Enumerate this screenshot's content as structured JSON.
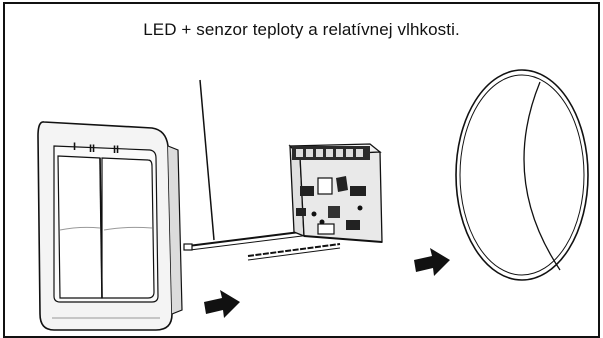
{
  "diagram": {
    "caption": "LED + senzor teploty a relatívnej vlhkosti.",
    "switch_marks": [
      "I",
      "II",
      "II"
    ],
    "components": [
      {
        "name": "wall-switch-frame",
        "icon": "double-rocker-switch-icon"
      },
      {
        "name": "sensor-module-pcb",
        "icon": "circuit-board-icon"
      },
      {
        "name": "wall-box-ring",
        "icon": "round-mounting-box-icon"
      }
    ],
    "arrows": [
      {
        "name": "arrow-switch-to-module",
        "icon": "right-arrow-icon"
      },
      {
        "name": "arrow-module-to-box",
        "icon": "right-arrow-icon"
      }
    ],
    "colors": {
      "line": "#111111",
      "frame": "#f4f4f4",
      "board": "#e9e9e9"
    }
  }
}
